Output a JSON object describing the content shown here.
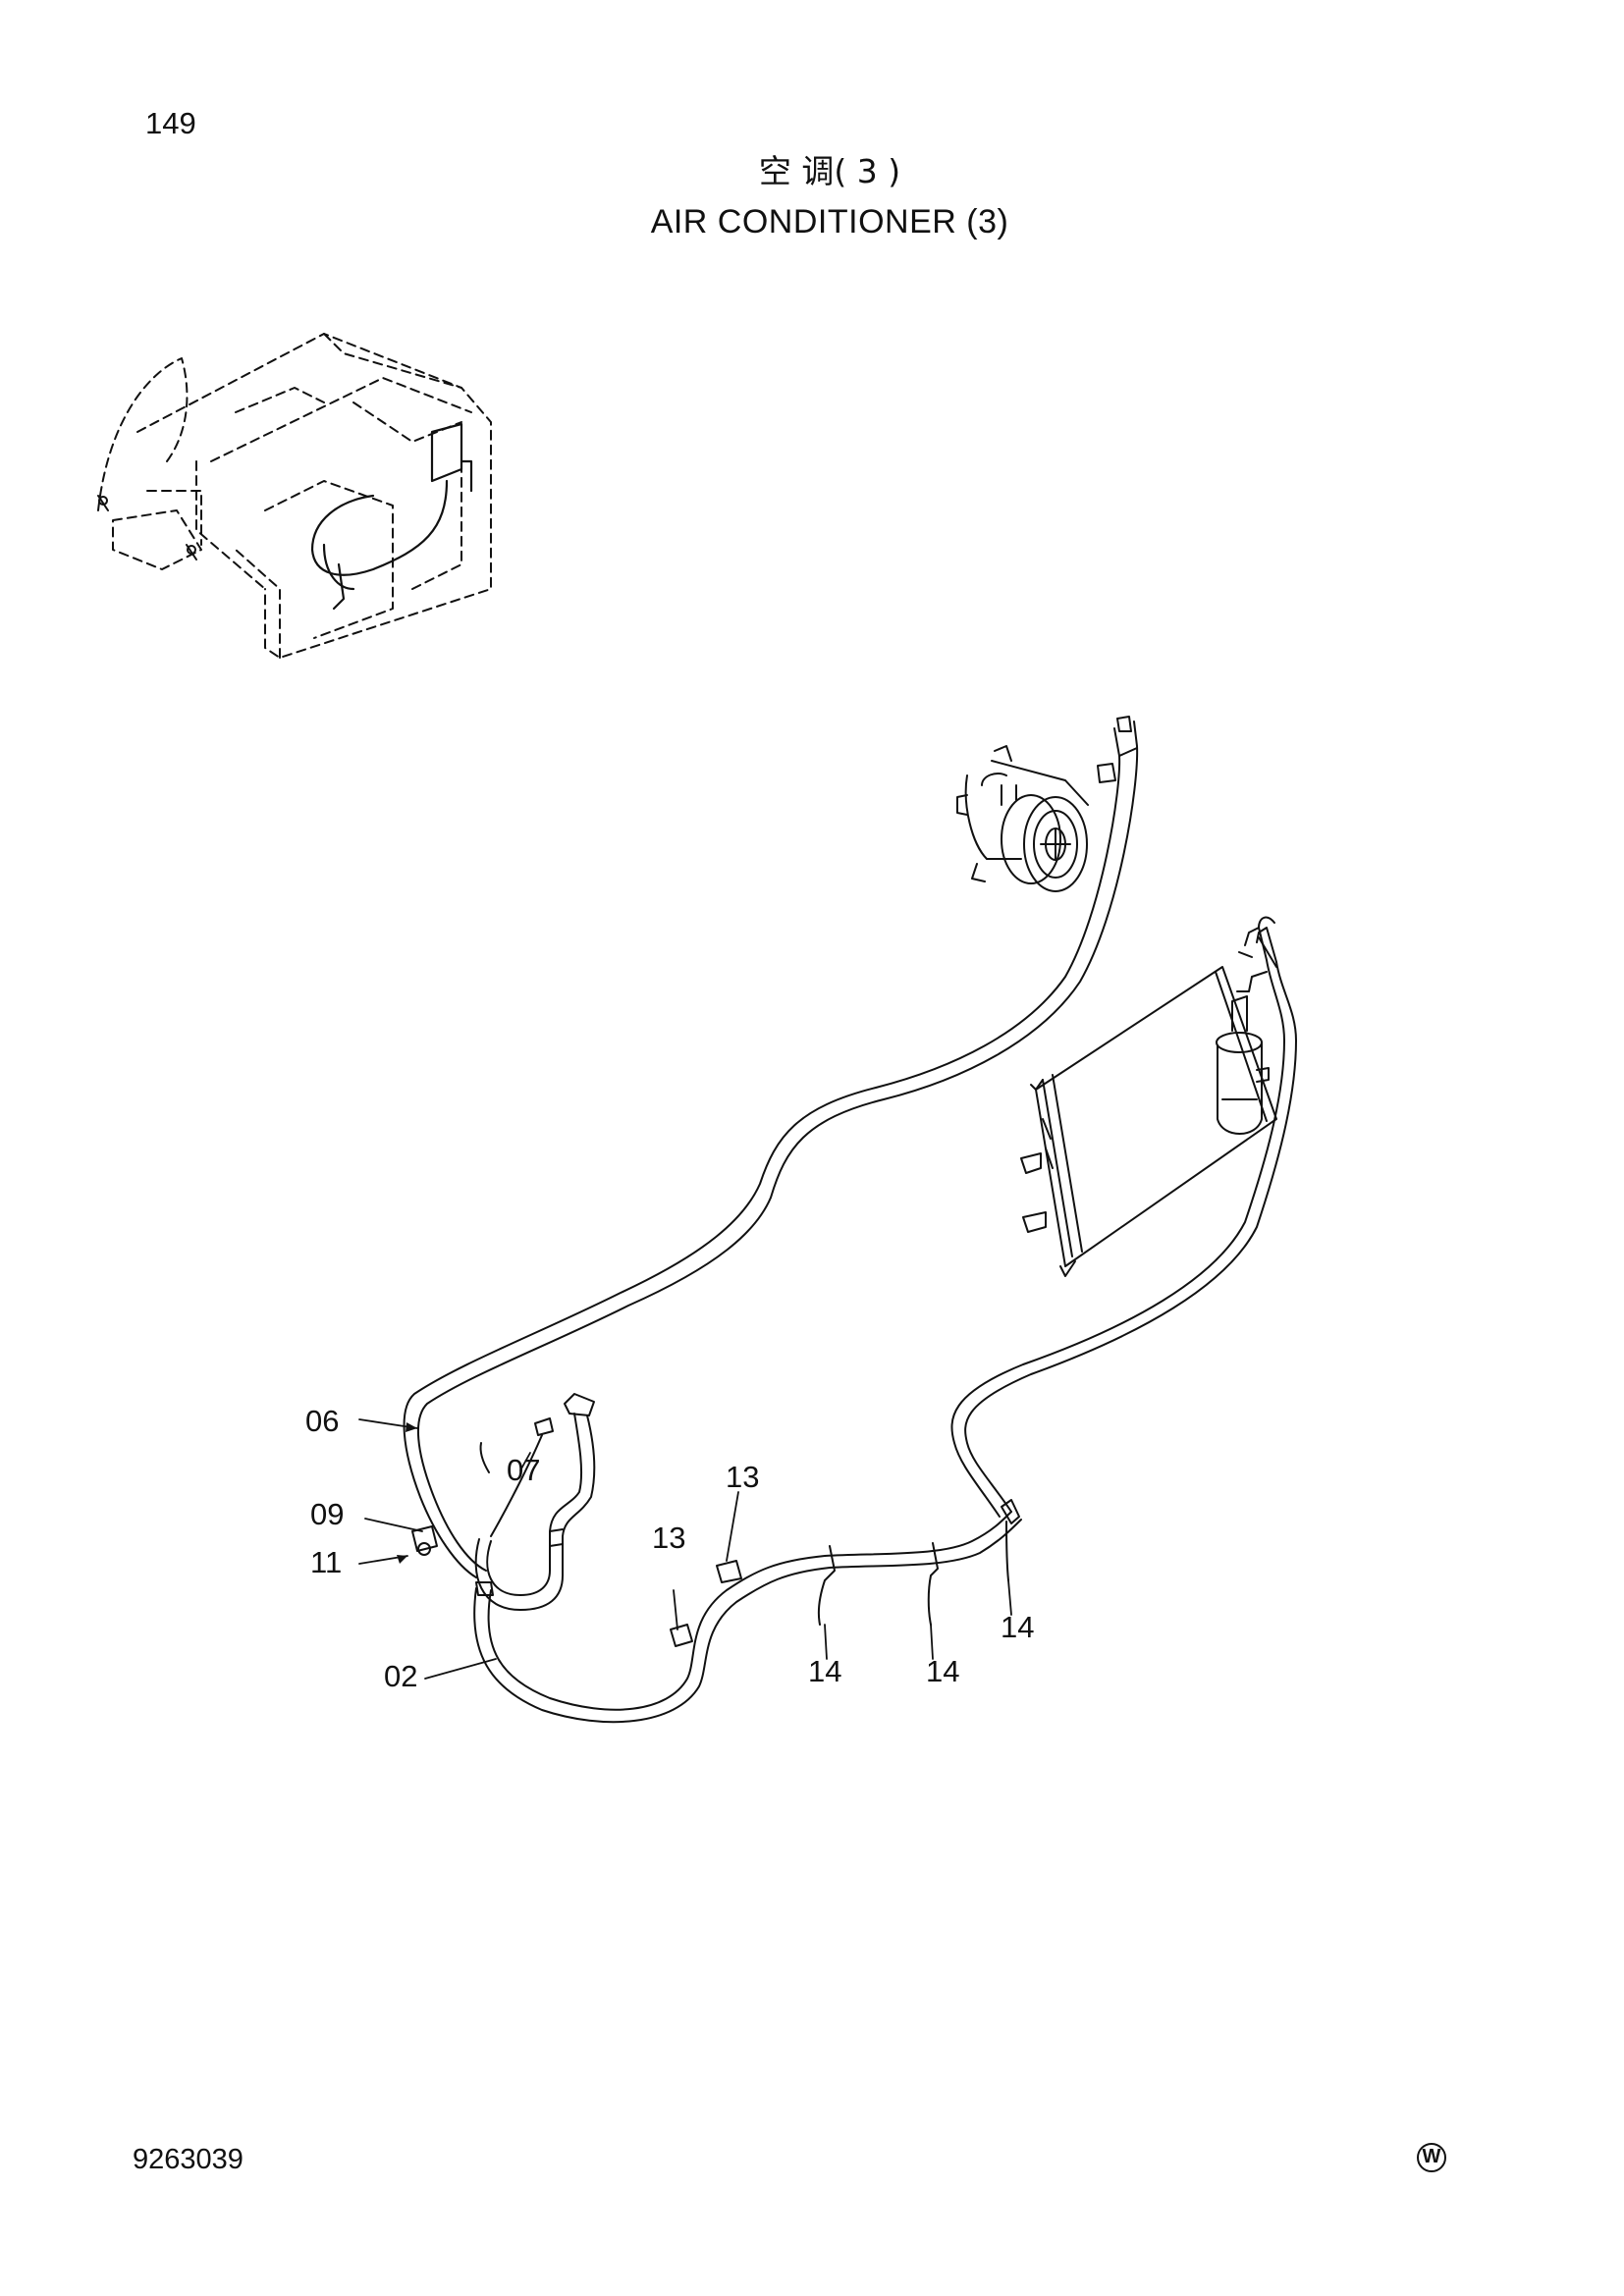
{
  "page": {
    "number": "149",
    "title_cn": "空 调( 3 )",
    "title_en": "AIR CONDITIONER (3)",
    "doc_id": "9263039",
    "mark": "W"
  },
  "callouts": {
    "c06": "06",
    "c07": "07",
    "c09": "09",
    "c11": "11",
    "c02": "02",
    "c13a": "13",
    "c13b": "13",
    "c14a": "14",
    "c14b": "14",
    "c14c": "14"
  }
}
